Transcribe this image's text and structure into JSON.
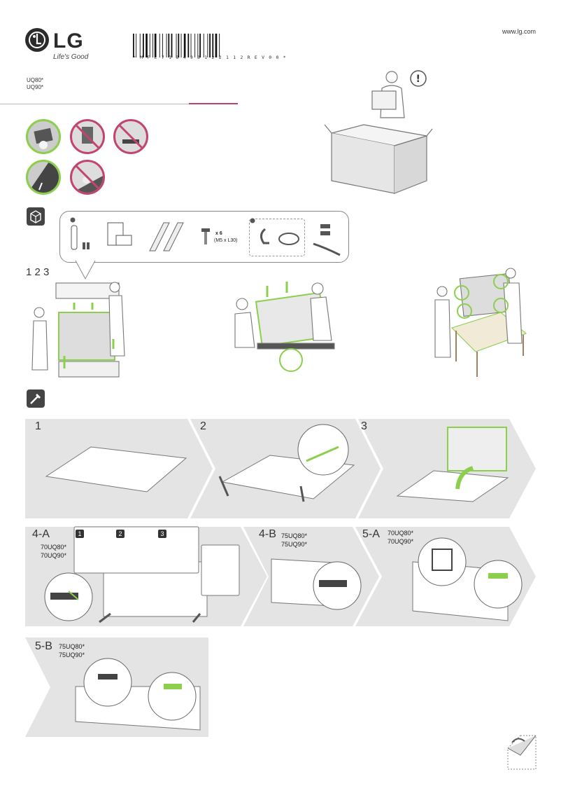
{
  "header": {
    "brand": "LG",
    "slogan": "Life's Good",
    "barcode_text": "* M F L 7 1 8 4 9 8 1 2 2 1 1 2 R E V 0 0 *",
    "url": "www.lg.com",
    "models": [
      "UQ80*",
      "UQ90*"
    ]
  },
  "colors": {
    "accent_green": "#8ccf4d",
    "warning_pink": "#c2456f",
    "band_grey": "#e4e4e4"
  },
  "accessories": {
    "screw_qty": "x 6",
    "screw_spec": "(M5 x L30)",
    "items": [
      "remote-and-batteries",
      "manual",
      "stand",
      "screws",
      "cable-holder",
      "cable-tie"
    ]
  },
  "unbox_steps_label": "1 2 3",
  "assembly": [
    {
      "num": "1",
      "models": []
    },
    {
      "num": "2",
      "models": []
    },
    {
      "num": "3",
      "models": []
    },
    {
      "num": "4-A",
      "models": [
        "70UQ80*",
        "70UQ90*"
      ]
    },
    {
      "num": "4-B",
      "models": [
        "75UQ80*",
        "75UQ90*"
      ]
    },
    {
      "num": "5-A",
      "models": [
        "70UQ80*",
        "70UQ90*"
      ]
    },
    {
      "num": "5-B",
      "models": [
        "75UQ80*",
        "75UQ90*"
      ]
    }
  ],
  "substeps": [
    "1",
    "2",
    "3"
  ]
}
